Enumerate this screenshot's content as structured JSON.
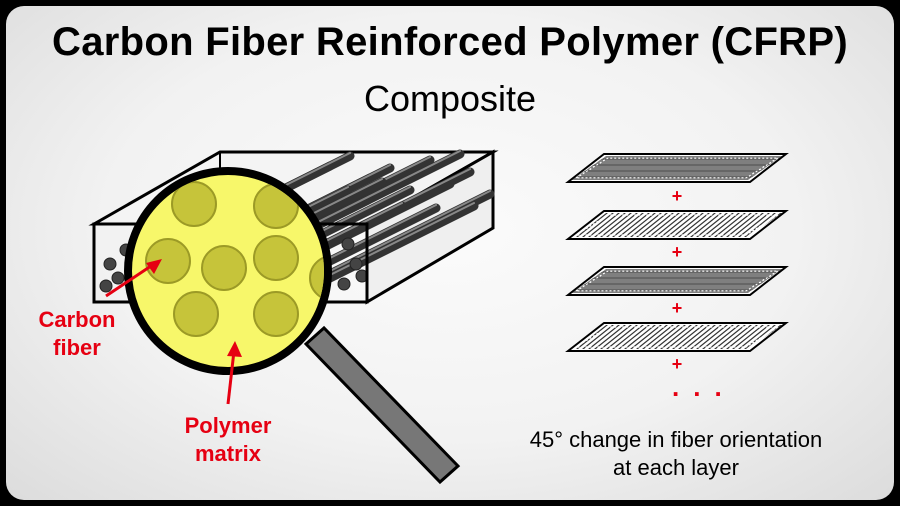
{
  "title": "Carbon Fiber Reinforced Polymer (CFRP)",
  "subtitle": "Composite",
  "labels": {
    "carbon_fiber_line1": "Carbon",
    "carbon_fiber_line2": "fiber",
    "polymer_matrix_line1": "Polymer",
    "polymer_matrix_line2": "matrix"
  },
  "layers": {
    "plus": "+",
    "ellipsis": "...",
    "caption_line1": "45° change in fiber orientation",
    "caption_line2": "at each layer"
  },
  "colors": {
    "accent_red": "#e60012",
    "matrix_yellow": "#f5f56a",
    "fiber_olive": "#c6c43a",
    "fiber_gray": "#555555"
  }
}
